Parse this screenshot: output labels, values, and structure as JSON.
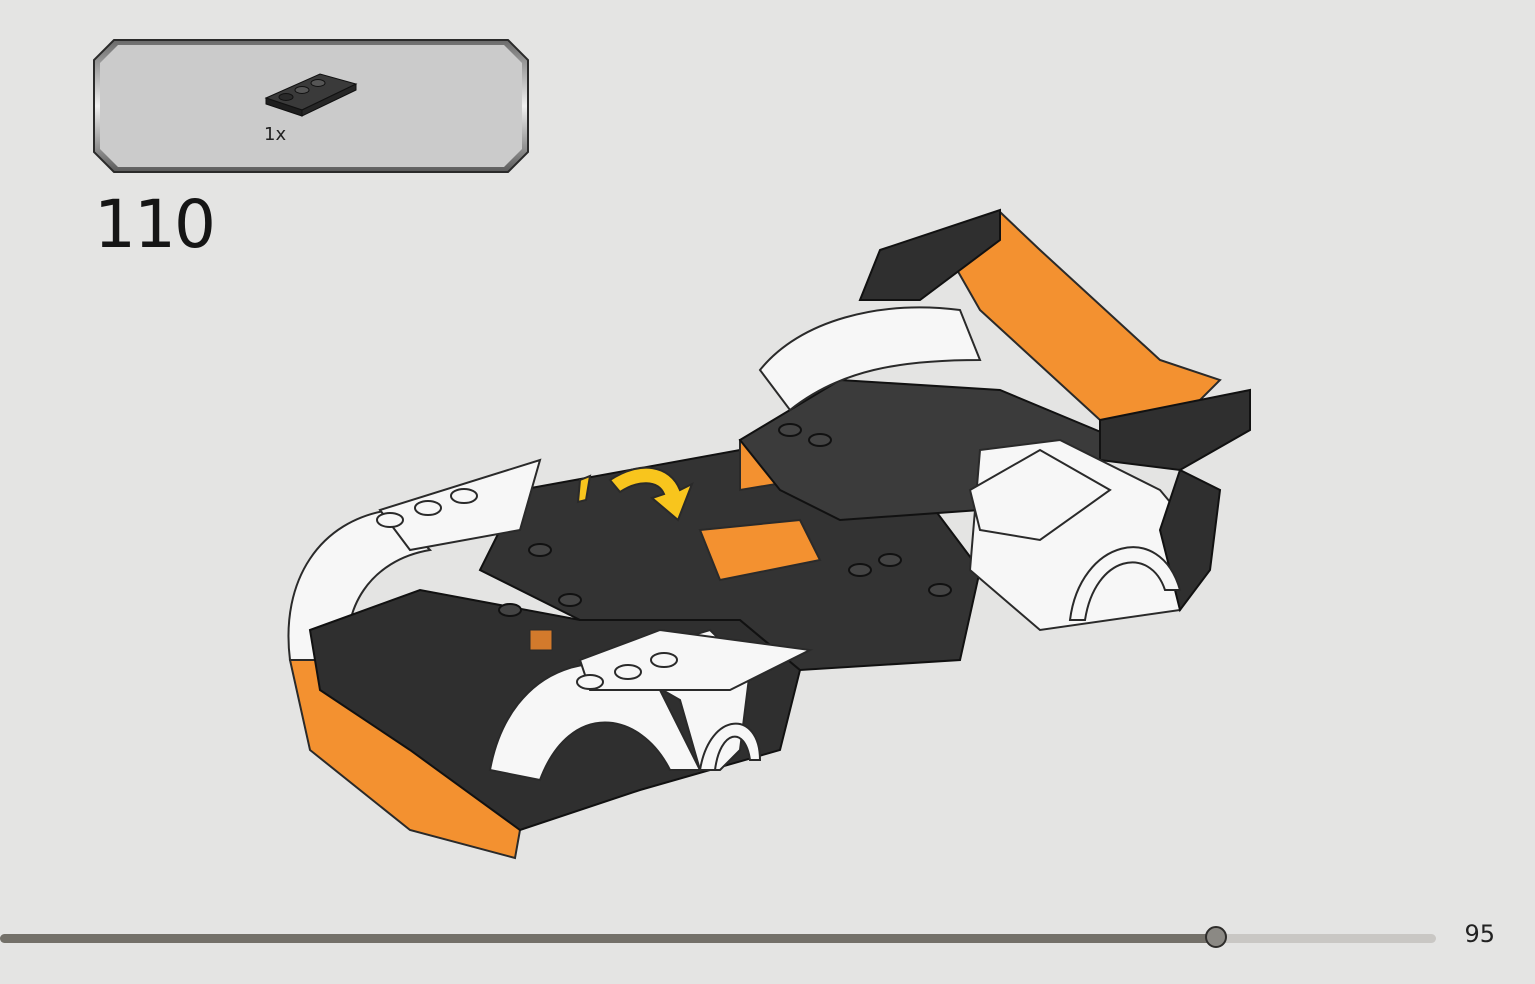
{
  "callout": {
    "part_quantity": "1x",
    "part_color": "#2b2b2b"
  },
  "step": {
    "number": "110"
  },
  "footer": {
    "page_number": "95",
    "progress_fraction": 0.847
  },
  "colors": {
    "background": "#e4e4e3",
    "orange": "#f39130",
    "dark": "#2f2f2f",
    "white": "#f7f7f7",
    "arrow": "#f8c51d"
  }
}
